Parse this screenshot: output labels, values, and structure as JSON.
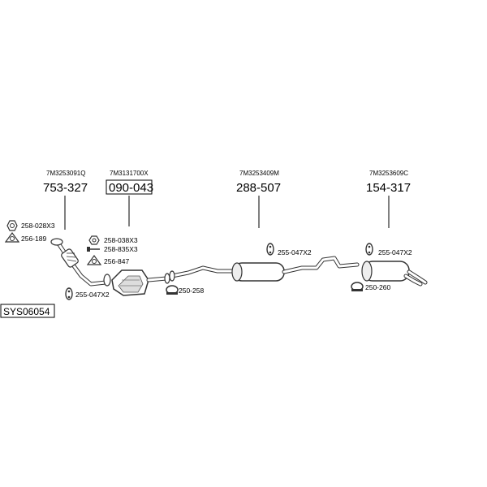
{
  "diagram": {
    "system_code": "SYS06054",
    "parts": [
      {
        "oem": "7M3253091Q",
        "part_no": "753-327",
        "boxed": false
      },
      {
        "oem": "7M3131700X",
        "part_no": "090-043",
        "boxed": true
      },
      {
        "oem": "7M3253409M",
        "part_no": "288-507",
        "boxed": false
      },
      {
        "oem": "7M3253609C",
        "part_no": "154-317",
        "boxed": false
      }
    ],
    "accessories": [
      {
        "label": "258-028X3",
        "icon": "nut-icon"
      },
      {
        "label": "256-189",
        "icon": "gasket-icon"
      },
      {
        "label": "258-038X3",
        "icon": "nut-icon"
      },
      {
        "label": "258-835X3",
        "icon": "bolt-icon"
      },
      {
        "label": "256-847",
        "icon": "gasket-icon"
      },
      {
        "label": "255-047X2",
        "icon": "rubber-mount-icon"
      },
      {
        "label": "250-258",
        "icon": "clamp-icon"
      },
      {
        "label": "255-047X2",
        "icon": "rubber-mount-icon"
      },
      {
        "label": "255-047X2",
        "icon": "rubber-mount-icon"
      },
      {
        "label": "250-260",
        "icon": "clamp-icon"
      }
    ]
  }
}
